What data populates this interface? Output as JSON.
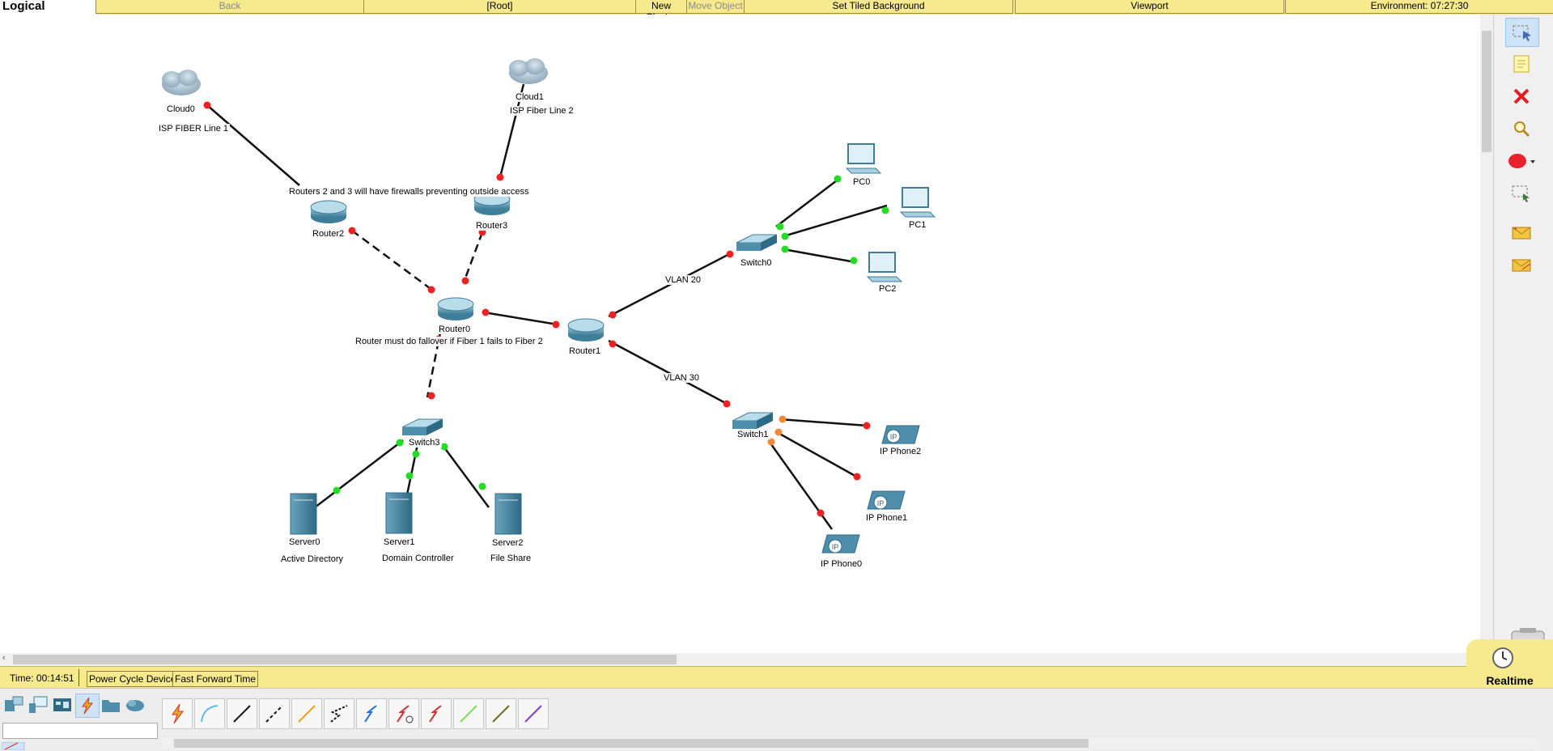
{
  "topbar": {
    "mode_tab": "Logical",
    "back": "Back",
    "root": "[Root]",
    "new_cluster": "New Cluster",
    "move_object": "Move Object",
    "set_tiled_background": "Set Tiled Background",
    "viewport": "Viewport",
    "environment": "Environment: 07:27:30"
  },
  "devices": {
    "cloud0": {
      "name": "Cloud0",
      "desc": "ISP FIBER Line 1"
    },
    "cloud1": {
      "name": "Cloud1",
      "desc": "ISP Fiber Line 2"
    },
    "router0": {
      "name": "Router0"
    },
    "router1": {
      "name": "Router1"
    },
    "router2": {
      "name": "Router2"
    },
    "router3": {
      "name": "Router3"
    },
    "switch0": {
      "name": "Switch0"
    },
    "switch1": {
      "name": "Switch1"
    },
    "switch3": {
      "name": "Switch3"
    },
    "pc0": {
      "name": "PC0"
    },
    "pc1": {
      "name": "PC1"
    },
    "pc2": {
      "name": "PC2"
    },
    "server0": {
      "name": "Server0",
      "desc": "Active Directory"
    },
    "server1": {
      "name": "Server1",
      "desc": "Domain Controller"
    },
    "server2": {
      "name": "Server2",
      "desc": "File Share"
    },
    "ipphone0": {
      "name": "IP Phone0"
    },
    "ipphone1": {
      "name": "IP Phone1"
    },
    "ipphone2": {
      "name": "IP Phone2"
    }
  },
  "notes": {
    "firewall_note": "Routers 2 and 3 will have firewalls preventing outside access",
    "failover_note": "Router must do fallover if Fiber 1 fails to Fiber 2",
    "vlan20": "VLAN 20",
    "vlan30": "VLAN 30"
  },
  "statusbar": {
    "time": "Time: 00:14:51",
    "power_cycle": "Power Cycle Devices",
    "fast_forward": "Fast Forward Time",
    "realtime": "Realtime"
  },
  "colors": {
    "link_up": "#22dd22",
    "link_down": "#ee2222",
    "link_pending": "#f08a3a",
    "toolbar_yellow": "#f7e98d",
    "device_teal": "#4f8fab"
  },
  "icons": {
    "select": "select-icon",
    "note": "note-icon",
    "delete": "delete-icon",
    "inspect": "magnify-icon",
    "draw": "ellipse-icon",
    "resize": "resize-icon",
    "simple_pdu": "add-simple-pdu-icon",
    "complex_pdu": "add-complex-pdu-icon"
  }
}
